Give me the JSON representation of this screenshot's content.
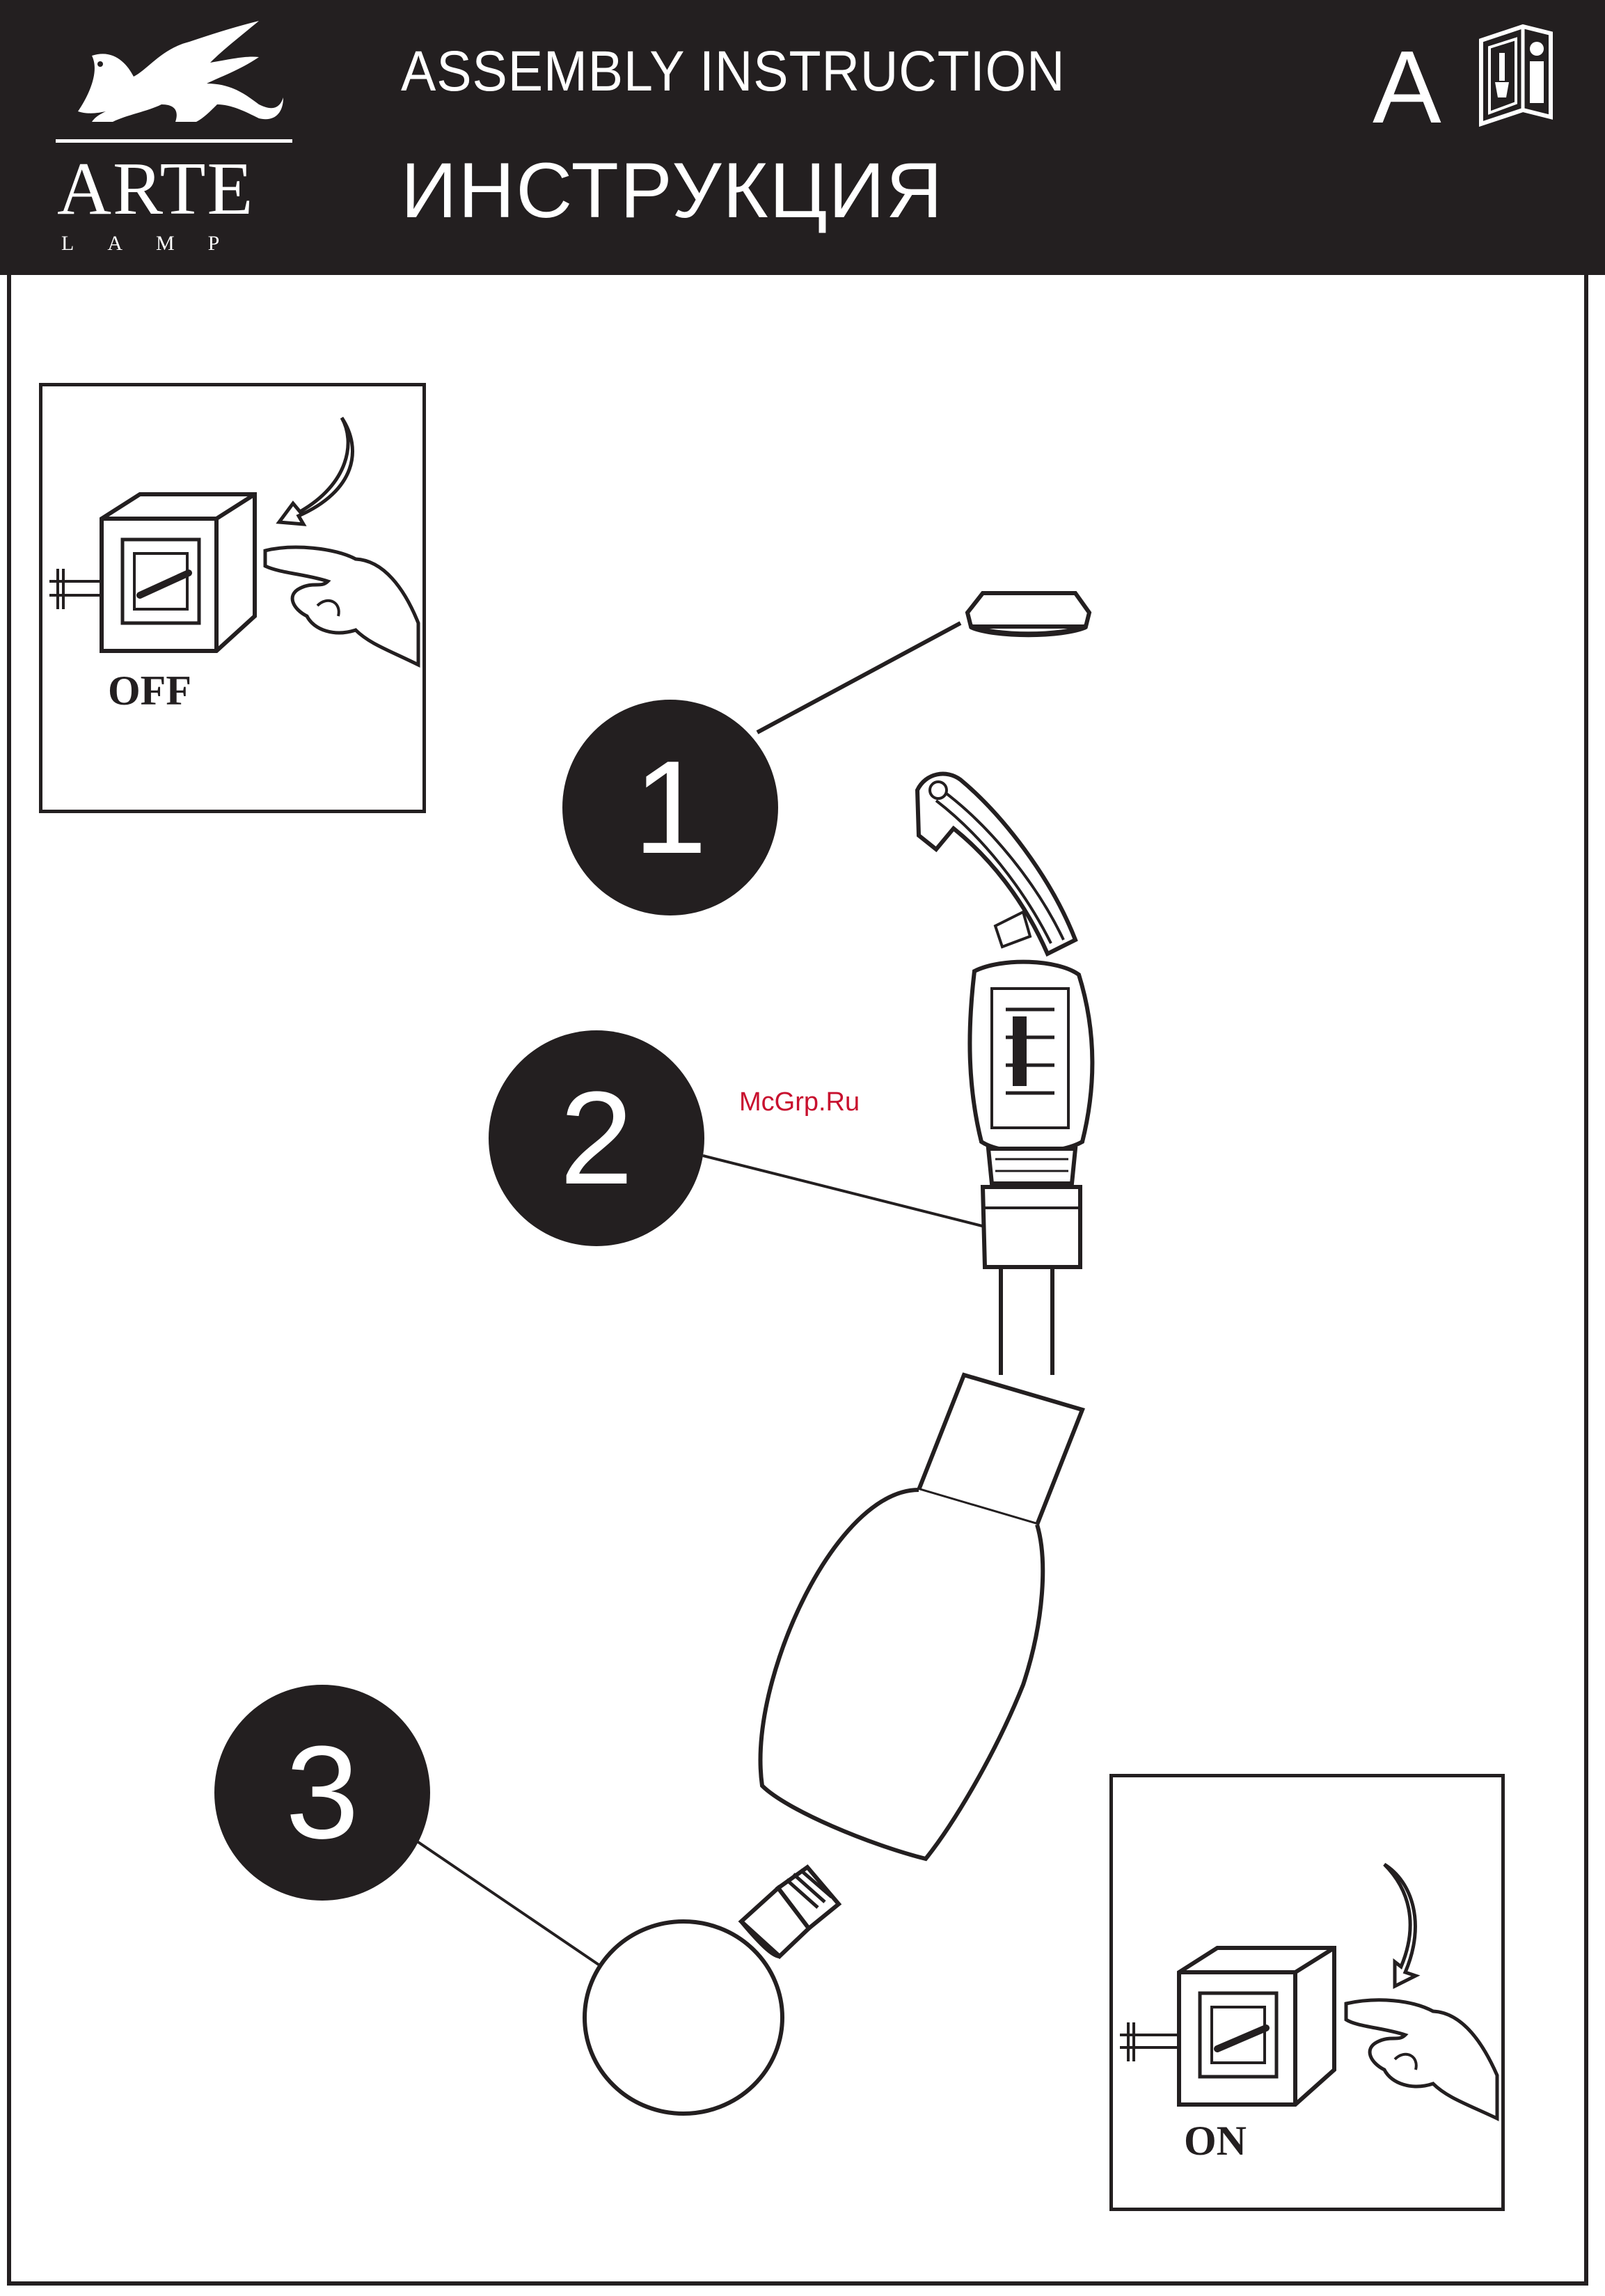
{
  "header": {
    "brand_name": "ARTE",
    "brand_sub": "LAMP",
    "title_en": "ASSEMBLY  INSTRUCTION",
    "title_ru": "ИНСТРУКЦИЯ",
    "section_letter": "A",
    "manual_icon": "manual-info-icon",
    "logo_icon": "griffin-icon",
    "background_color": "#231f20",
    "text_color": "#ffffff"
  },
  "panels": {
    "off": {
      "label": "OFF",
      "icon": "light-switch-icon"
    },
    "on": {
      "label": "ON",
      "icon": "light-switch-icon"
    }
  },
  "steps": [
    {
      "number": "1",
      "part": "cap"
    },
    {
      "number": "2",
      "part": "socket-holder"
    },
    {
      "number": "3",
      "part": "light-bulb"
    }
  ],
  "watermark": "McGrp.Ru",
  "colors": {
    "ink": "#231f20",
    "watermark": "#c8102e"
  }
}
